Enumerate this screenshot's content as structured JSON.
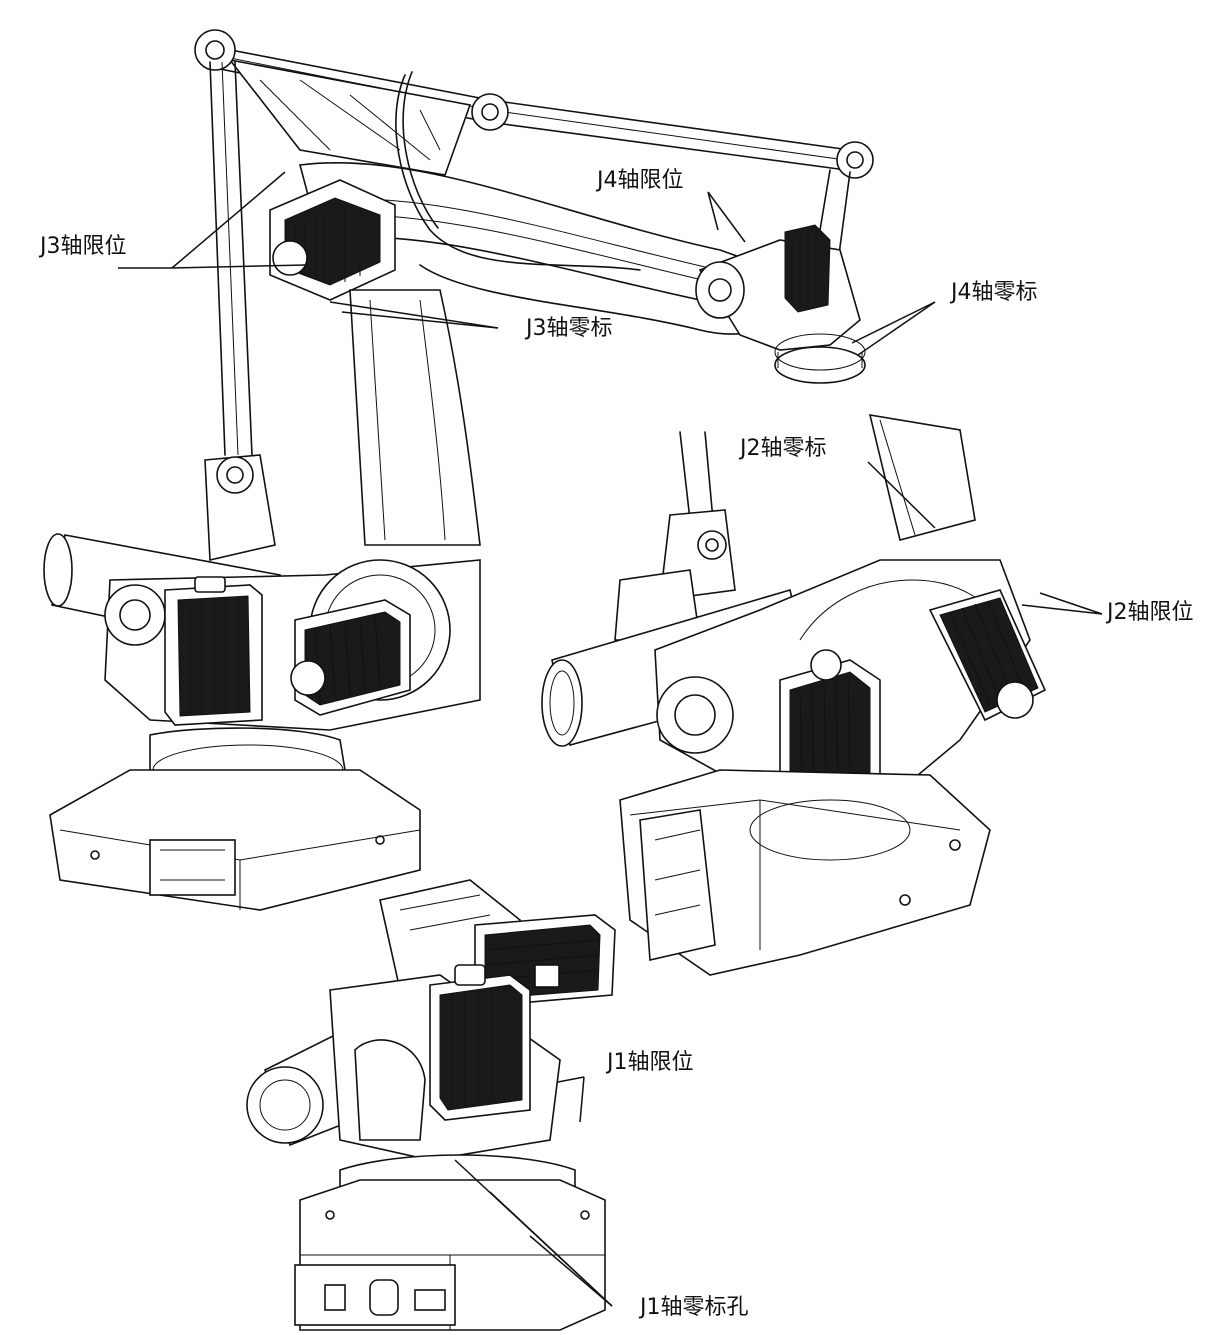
{
  "callouts": {
    "j3_limit": "J3轴限位",
    "j3_zero": "J3轴零标",
    "j4_limit": "J4轴限位",
    "j4_zero": "J4轴零标",
    "j2_zero": "J2轴零标",
    "j2_limit": "J2轴限位",
    "j1_limit": "J1轴限位",
    "j1_zero_hole": "J1轴零标孔"
  }
}
